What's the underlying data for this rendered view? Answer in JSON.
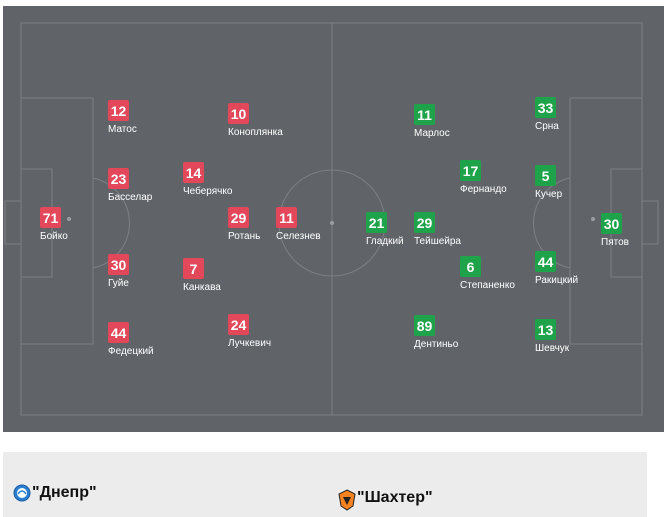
{
  "colors": {
    "pitch": "#606468",
    "lines": "#7d8186",
    "home": "#e3475a",
    "away": "#1fa34a",
    "legend_bg": "#ececec"
  },
  "home_team": {
    "name": "\"Днепр\"",
    "logo_icon": "dnipro-crest-icon",
    "players": [
      {
        "number": "71",
        "name": "Бойко"
      },
      {
        "number": "12",
        "name": "Матос"
      },
      {
        "number": "23",
        "name": "Басселар"
      },
      {
        "number": "30",
        "name": "Гуйе"
      },
      {
        "number": "44",
        "name": "Федецкий"
      },
      {
        "number": "14",
        "name": "Чеберячко"
      },
      {
        "number": "7",
        "name": "Канкава"
      },
      {
        "number": "10",
        "name": "Коноплянка"
      },
      {
        "number": "29",
        "name": "Ротань"
      },
      {
        "number": "24",
        "name": "Лучкевич"
      },
      {
        "number": "11",
        "name": "Селезнев"
      }
    ]
  },
  "away_team": {
    "name": "\"Шахтер\"",
    "logo_icon": "shakhtar-crest-icon",
    "players": [
      {
        "number": "30",
        "name": "Пятов"
      },
      {
        "number": "33",
        "name": "Срна"
      },
      {
        "number": "5",
        "name": "Кучер"
      },
      {
        "number": "44",
        "name": "Ракицкий"
      },
      {
        "number": "13",
        "name": "Шевчук"
      },
      {
        "number": "11",
        "name": "Марлос"
      },
      {
        "number": "17",
        "name": "Фернандо"
      },
      {
        "number": "29",
        "name": "Тейшейра"
      },
      {
        "number": "6",
        "name": "Степаненко"
      },
      {
        "number": "89",
        "name": "Дентиньо"
      },
      {
        "number": "21",
        "name": "Гладкий"
      }
    ]
  }
}
